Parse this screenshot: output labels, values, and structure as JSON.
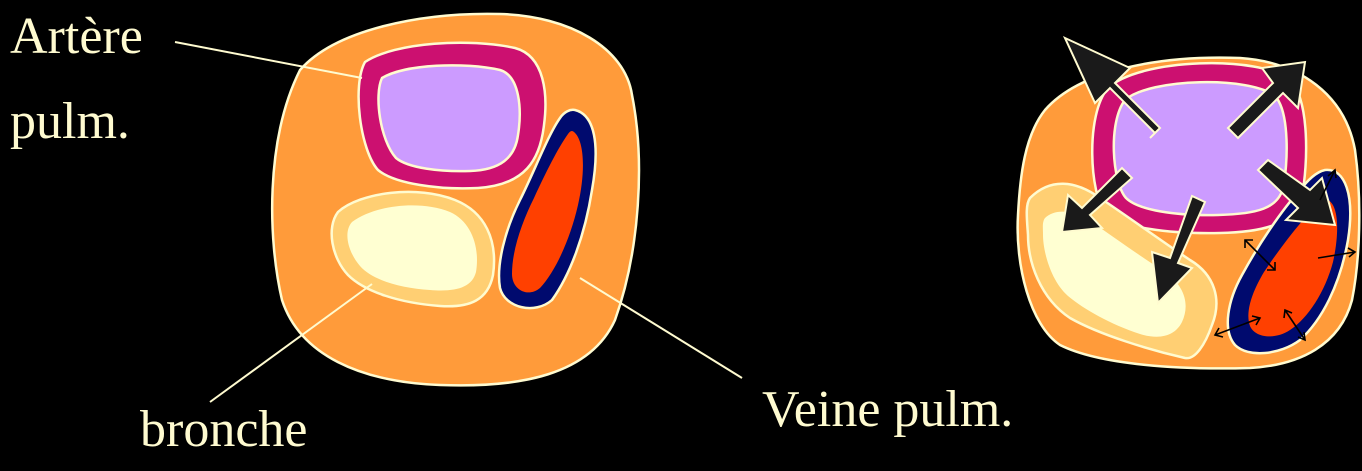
{
  "labels": {
    "artery_line1": "Artère",
    "artery_line2": "pulm.",
    "vein": "Veine pulm.",
    "bronchus": "bronche"
  },
  "colors": {
    "background": "#000000",
    "text": "#FFFBD0",
    "outline": "#FFFBD0",
    "tissue": "#FF9B3A",
    "artery_wall": "#CC1070",
    "artery_lumen": "#CC9BFF",
    "vein_wall": "#000A6E",
    "vein_lumen": "#FF4000",
    "bronchus_wall": "#FFCF73",
    "bronchus_lumen": "#FFFFD2",
    "arrow_fill": "#1A1A1A"
  }
}
